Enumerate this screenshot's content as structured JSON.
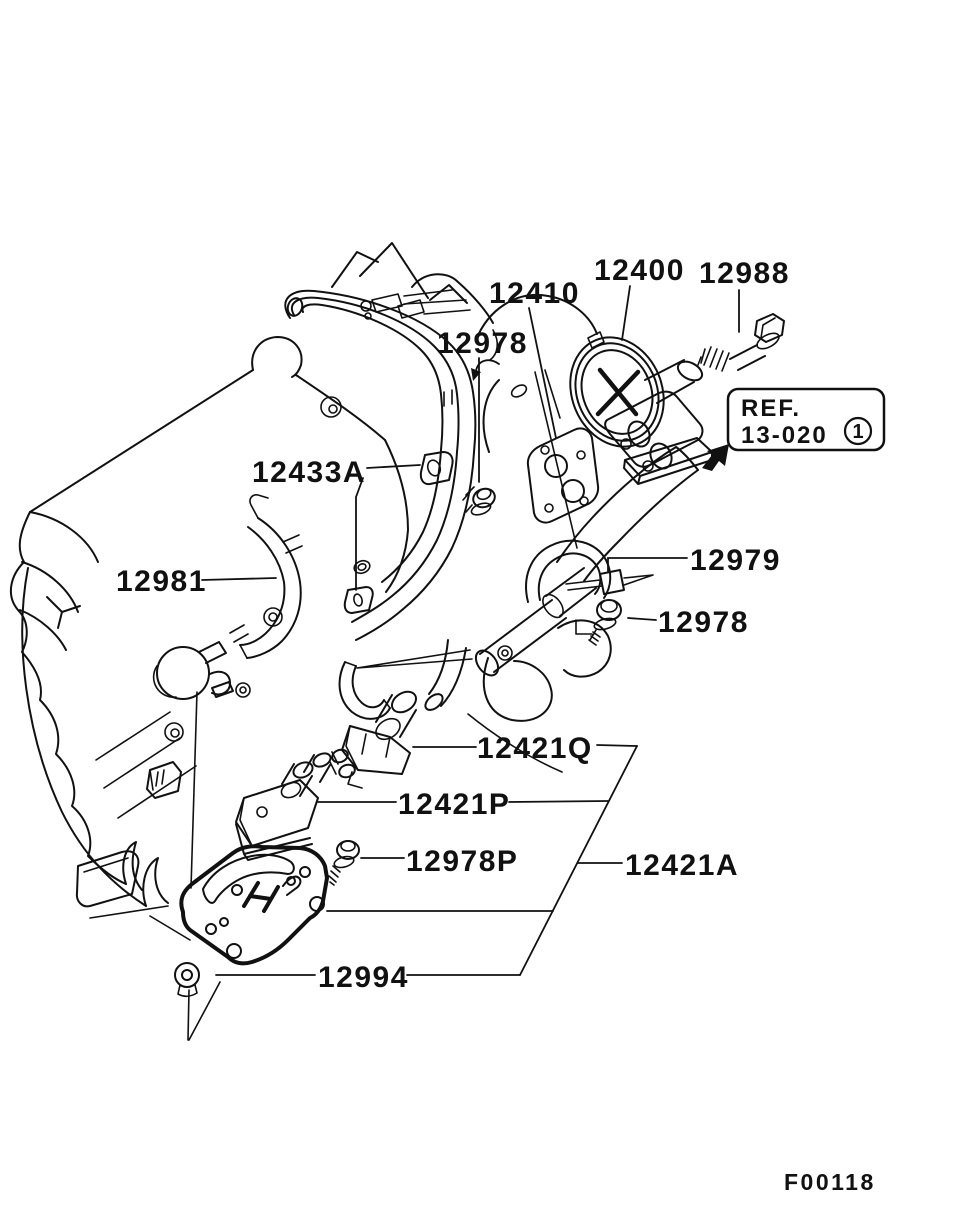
{
  "diagram": {
    "background_color": "#ffffff",
    "line_color": "#111111",
    "figure_code": "F00118",
    "ref_box": {
      "line1": "REF.",
      "line2": "13-020",
      "badge_number": "1"
    },
    "part_labels": [
      {
        "part_no": "12400"
      },
      {
        "part_no": "12988"
      },
      {
        "part_no": "12410"
      },
      {
        "part_no": "12978"
      },
      {
        "part_no": "12433A"
      },
      {
        "part_no": "12981"
      },
      {
        "part_no": "12979"
      },
      {
        "part_no": "12978"
      },
      {
        "part_no": "12421Q"
      },
      {
        "part_no": "12421P"
      },
      {
        "part_no": "12978P"
      },
      {
        "part_no": "12421A"
      },
      {
        "part_no": "12994"
      }
    ]
  }
}
